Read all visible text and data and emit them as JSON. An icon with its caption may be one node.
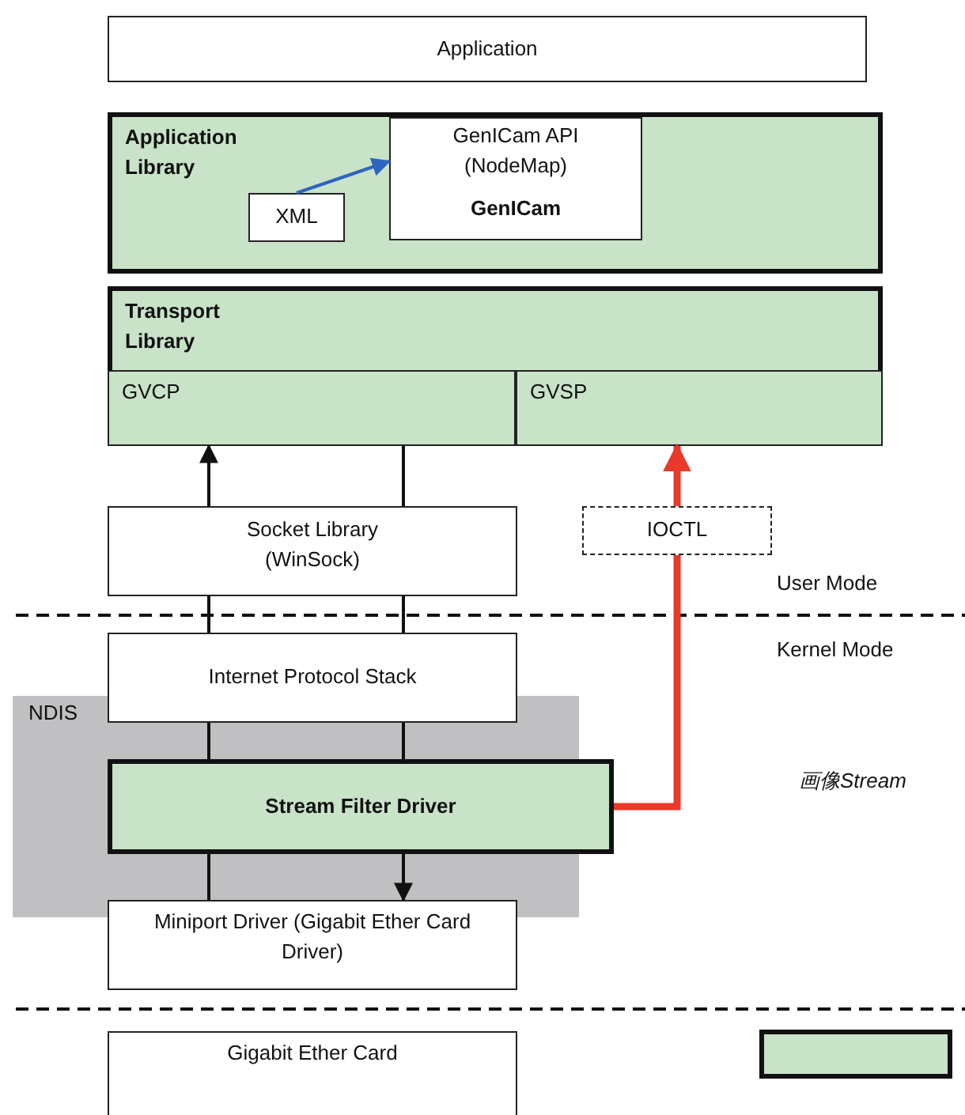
{
  "diagram": {
    "nodes": [
      {
        "text": [
          "Application"
        ]
      },
      {
        "text": [
          "Application Library"
        ]
      },
      {
        "text": [
          "GenICam API (NodeMap)",
          "GenICam"
        ],
        "in": 1
      },
      {
        "text": [
          "XML"
        ],
        "in": 1
      },
      {
        "text": [
          "Transport Library"
        ]
      },
      {
        "text": [
          "GVCP"
        ],
        "in": 4
      },
      {
        "text": [
          "GVSP"
        ],
        "in": 4
      },
      {
        "text": [
          "Socket Library (WinSock)"
        ]
      },
      {
        "text": [
          "IOCTL"
        ]
      },
      {
        "text": [
          "Internet Protocol Stack"
        ]
      },
      {
        "text": [
          "Stream Filter Driver"
        ]
      },
      {
        "text": [
          "Miniport Driver (Gigabit Ether Card Driver)"
        ]
      },
      {
        "text": [
          "Gigabit Ether Card"
        ]
      },
      {
        "text": [],
        "shape": "box"
      }
    ],
    "edges": [
      {
        "from": 3,
        "to": 2,
        "arrow": "to",
        "color": "#2f64c0"
      },
      {
        "from": 7,
        "to": 5,
        "arrow": "to"
      },
      {
        "from": 7,
        "to": 5,
        "arrow": "none"
      },
      {
        "from": 9,
        "to": 7,
        "arrow": "none"
      },
      {
        "from": 9,
        "to": 7,
        "arrow": "none"
      },
      {
        "from": 10,
        "to": 9,
        "arrow": "none"
      },
      {
        "from": 10,
        "to": 9,
        "arrow": "none"
      },
      {
        "from": 10,
        "to": 11,
        "arrow": "none"
      },
      {
        "from": 10,
        "to": 11,
        "arrow": "to"
      },
      {
        "from": 10,
        "to": 8,
        "arrow": "none",
        "style": "thick",
        "color": "#e8392a"
      },
      {
        "from": 8,
        "to": 6,
        "arrow": "to",
        "style": "thick",
        "color": "#e8392a"
      }
    ],
    "labels": [
      "User Mode",
      "Kernel Mode",
      "NDIS",
      "画像Stream"
    ]
  }
}
